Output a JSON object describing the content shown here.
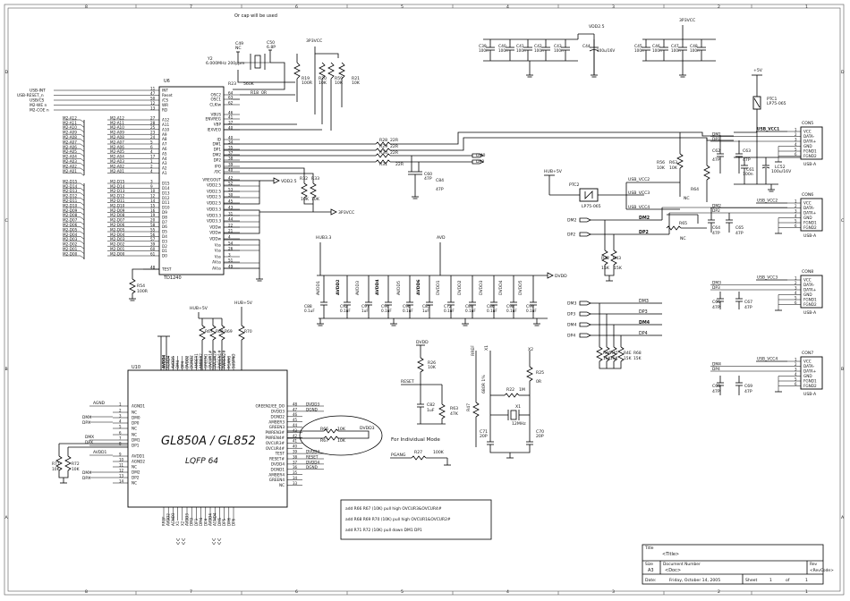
{
  "grid": {
    "cols": [
      "8",
      "7",
      "6",
      "5",
      "4",
      "3",
      "2",
      "1"
    ],
    "rows": [
      "D",
      "C",
      "B",
      "A"
    ]
  },
  "header_note": "Or cap will be used",
  "crystal_top": {
    "ref": "Y2",
    "value": "6.000MHz 200ppm",
    "c49": "C49",
    "c49v": "NC",
    "c50": "C50",
    "c50v": "6.8P",
    "r23": "R23",
    "r23v": "560K",
    "r18": "R18",
    "r18v": "0R"
  },
  "labels_3p3vcc": [
    "3P3VCC",
    "3P3VCC",
    "3P3VCC",
    "3P3VCC"
  ],
  "vdd25": "VDD2.5",
  "pullups": [
    {
      "ref": "R19",
      "val": "100R"
    },
    {
      "ref": "R20",
      "val": "10K"
    },
    {
      "ref": "R59",
      "val": "10K"
    },
    {
      "ref": "R21",
      "val": "10K"
    }
  ],
  "u6": {
    "ref": "U6",
    "part": "TD1240",
    "left_pins": [
      {
        "net": "USB-INT",
        "n": "11",
        "pin": "INT"
      },
      {
        "net": "USB-RESET_n",
        "n": "47",
        "pin": "Reset"
      },
      {
        "net": "USB/CS",
        "n": "50",
        "pin": "/CS"
      },
      {
        "net": "M2-WE n",
        "n": "12",
        "pin": "WR"
      },
      {
        "net": "M2-COE n",
        "n": "13",
        "pin": "RD"
      },
      {
        "net": "M2-A12",
        "n": "27",
        "pin": "A12"
      },
      {
        "net": "M2-A11",
        "n": "28",
        "pin": "A11"
      },
      {
        "net": "M2-A10",
        "n": "25",
        "pin": "A10"
      },
      {
        "net": "M2-A09",
        "n": "23",
        "pin": "A9"
      },
      {
        "net": "M2-A08",
        "n": "24",
        "pin": "A8"
      },
      {
        "net": "M2-A07",
        "n": "5",
        "pin": "A7"
      },
      {
        "net": "M2-A06",
        "n": "6",
        "pin": "A6"
      },
      {
        "net": "M2-A05",
        "n": "4",
        "pin": "A5"
      },
      {
        "net": "M2-A04",
        "n": "17",
        "pin": "A4"
      },
      {
        "net": "M2-A03",
        "n": "1",
        "pin": "A3"
      },
      {
        "net": "M2-A02",
        "n": "2",
        "pin": "A2"
      },
      {
        "net": "M2-A01",
        "n": "4",
        "pin": "A1"
      },
      {
        "net": "M2-D15",
        "n": "3",
        "pin": "D15"
      },
      {
        "net": "M2-D14",
        "n": "9",
        "pin": "D14"
      },
      {
        "net": "M2-D13",
        "n": "10",
        "pin": "D13"
      },
      {
        "net": "M2-D12",
        "n": "12",
        "pin": "D12"
      },
      {
        "net": "M2-D11",
        "n": "14",
        "pin": "D11"
      },
      {
        "net": "M2-D10",
        "n": "15",
        "pin": "D10"
      },
      {
        "net": "M2-D09",
        "n": "16",
        "pin": "D9"
      },
      {
        "net": "M2-D08",
        "n": "19",
        "pin": "D8"
      },
      {
        "net": "M2-D07",
        "n": "20",
        "pin": "D7"
      },
      {
        "net": "M2-D06",
        "n": "58",
        "pin": "D6"
      },
      {
        "net": "M2-D05",
        "n": "55",
        "pin": "D5"
      },
      {
        "net": "M2-D04",
        "n": "56",
        "pin": "D4"
      },
      {
        "net": "M2-D03",
        "n": "57",
        "pin": "D3"
      },
      {
        "net": "M2-D02",
        "n": "39",
        "pin": "D2"
      },
      {
        "net": "M2-D01",
        "n": "60",
        "pin": "D1"
      },
      {
        "net": "M2-D00",
        "n": "61",
        "pin": "D0"
      }
    ],
    "test": {
      "n": "48",
      "pin": "TEST"
    },
    "right_pins": [
      {
        "pin": "OSC2",
        "n": "64"
      },
      {
        "pin": "OSC1",
        "n": "63"
      },
      {
        "pin": "CLKIw",
        "n": "62"
      },
      {
        "pin": "VBUS",
        "n": "46"
      },
      {
        "pin": "ENVREG",
        "n": "41"
      },
      {
        "pin": "VBP",
        "n": "37"
      },
      {
        "pin": "IEXVEO",
        "n": "40"
      },
      {
        "pin": "ID",
        "n": "40"
      },
      {
        "pin": "DM1",
        "n": "34"
      },
      {
        "pin": "DP1",
        "n": "35"
      },
      {
        "pin": "DM2",
        "n": "37"
      },
      {
        "pin": "DP2",
        "n": "38"
      },
      {
        "pin": "IPO",
        "n": "39"
      },
      {
        "pin": "/OC",
        "n": "40"
      },
      {
        "pin": "VREGOUT",
        "n": "42"
      },
      {
        "pin": "VDD2.5",
        "n": "52"
      },
      {
        "pin": "VDD2.5",
        "n": "53"
      },
      {
        "pin": "VDD2.5",
        "n": "30"
      },
      {
        "pin": "VDD2.5",
        "n": "45"
      },
      {
        "pin": "VDD3.3",
        "n": "43"
      },
      {
        "pin": "VDD3.3",
        "n": "31"
      },
      {
        "pin": "VDD3.3",
        "n": "44"
      },
      {
        "pin": "VDDw",
        "n": "22"
      },
      {
        "pin": "VDDw",
        "n": "21"
      },
      {
        "pin": "VDDw",
        "n": "4"
      },
      {
        "pin": "Vss",
        "n": "54"
      },
      {
        "pin": "Vss",
        "n": "26"
      },
      {
        "pin": "Vss",
        "n": "3"
      },
      {
        "pin": "AVss",
        "n": "51"
      },
      {
        "pin": "AVss",
        "n": "49"
      }
    ]
  },
  "r54": {
    "ref": "R54",
    "val": "100R"
  },
  "r32": {
    "ref": "R32",
    "val": "10K"
  },
  "r33": {
    "ref": "R33",
    "val": "10K"
  },
  "usb_series": [
    {
      "ref": "R28",
      "val": "22R"
    },
    {
      "ref": "R29",
      "val": "22R"
    },
    {
      "ref": "R30",
      "val": "22R"
    },
    {
      "ref": "R31",
      "val": "22R"
    }
  ],
  "c60": {
    "ref": "C60",
    "val": "47P"
  },
  "c84": {
    "ref": "C84",
    "val": "47P"
  },
  "dm0": "DM0",
  "dp0": "DP0",
  "cap_bank_top": [
    {
      "ref": "C39",
      "val": "100n"
    },
    {
      "ref": "C40",
      "val": "100n"
    },
    {
      "ref": "C41",
      "val": "100n"
    },
    {
      "ref": "C42",
      "val": "100n"
    },
    {
      "ref": "C43",
      "val": "100n"
    },
    {
      "ref": "C44",
      "val": "100u/16V"
    },
    {
      "ref": "C45",
      "val": "100n"
    },
    {
      "ref": "C46",
      "val": "100n"
    },
    {
      "ref": "C47",
      "val": "100n"
    },
    {
      "ref": "C48",
      "val": "100n"
    }
  ],
  "plus5v": "+5V",
  "ptc1": {
    "ref": "PTC1",
    "val": "LP75-065"
  },
  "ptc2": {
    "ref": "PTC2",
    "val": "LP75-065"
  },
  "hub5v": "HUB+5V",
  "usb_vcc": [
    "USB_VCC1",
    "USB_VCC2",
    "USB_VCC3",
    "USB_VCC4"
  ],
  "r56": {
    "ref": "R56",
    "val": "10K"
  },
  "r63": {
    "ref": "R63",
    "val": "10K"
  },
  "r64": {
    "ref": "R64",
    "val": "NC"
  },
  "r65": {
    "ref": "R65",
    "val": "NC"
  },
  "cap_misc": [
    {
      "ref": "C62",
      "val": "47P"
    },
    {
      "ref": "C63",
      "val": "47P"
    },
    {
      "ref": "C61",
      "val": "100n"
    },
    {
      "ref": "LC52",
      "val": "100u/16V"
    },
    {
      "ref": "C64",
      "val": "47P"
    },
    {
      "ref": "C65",
      "val": "47P"
    },
    {
      "ref": "C66",
      "val": "47P"
    },
    {
      "ref": "C67",
      "val": "47P"
    },
    {
      "ref": "C68",
      "val": "47P"
    },
    {
      "ref": "C69",
      "val": "47P"
    }
  ],
  "connectors": [
    {
      "ref": "CON5",
      "part": "USB-A",
      "vcc": "USB_VCC1",
      "dm": "DM1",
      "dp": "DP1"
    },
    {
      "ref": "CON6",
      "part": "USB-A",
      "vcc": "USB_VCC2",
      "dm": "DM2",
      "dp": "DP2"
    },
    {
      "ref": "CON8",
      "part": "USB-A",
      "vcc": "USB_VCC3",
      "dm": "DM3",
      "dp": "DP3"
    },
    {
      "ref": "CON7",
      "part": "USB-A",
      "vcc": "USB_VCC4",
      "dm": "DM4",
      "dp": "DP4"
    }
  ],
  "conn_pins": [
    "VCC",
    "DATA-",
    "DATA+",
    "GND",
    "FGND1",
    "FGND2"
  ],
  "conn_nums": [
    "1",
    "2",
    "3",
    "4",
    "5",
    "6"
  ],
  "hub_ports": [
    "DM2",
    "DP2",
    "DM3",
    "DP3",
    "DM4",
    "DP4"
  ],
  "r42": {
    "ref": "R42",
    "val": "15K"
  },
  "r43": {
    "ref": "R43",
    "val": "15K"
  },
  "r_port34": [
    {
      "ref": "R46",
      "val": "15K"
    },
    {
      "ref": "R45",
      "val": "15K"
    },
    {
      "ref": "R4E",
      "val": "15K"
    },
    {
      "ref": "R68",
      "val": "15K"
    }
  ],
  "hub33": "HUB3.3",
  "avd": "AVD",
  "dvdd": "DVDD",
  "vdd_rail": [
    "AVDD1",
    "AVDD2",
    "AVDD3",
    "AVDD4",
    "AVDD5",
    "AVDD6",
    "DVDD1",
    "DVDD2",
    "DVDD3",
    "DVDD4",
    "DVDD5"
  ],
  "cap_bank_mid": [
    {
      "ref": "C88",
      "val": "0.1uF"
    },
    {
      "ref": "C92",
      "val": "0.1uF"
    },
    {
      "ref": "C97",
      "val": "1uF"
    },
    {
      "ref": "C94",
      "val": "0.1uF"
    },
    {
      "ref": "C96",
      "val": "0.1uF"
    },
    {
      "ref": "C85",
      "val": "1uF"
    },
    {
      "ref": "C72",
      "val": "0.1uF"
    },
    {
      "ref": "C89",
      "val": "0.1uF"
    },
    {
      "ref": "C86",
      "val": "0.1uF"
    },
    {
      "ref": "C98",
      "val": "0.1uF"
    },
    {
      "ref": "C99",
      "val": "0.1uF"
    }
  ],
  "u10": {
    "ref": "U10",
    "title1": "GL850A / GL852",
    "title2": "LQFP 64",
    "left_nets": [
      "AGND",
      "DMX",
      "DPX",
      "",
      "DMX",
      "DPX",
      "AVDD1",
      "",
      "DMX",
      "DPX"
    ],
    "left_pins": [
      "AGND1",
      "NC",
      "DM0",
      "DP0",
      "NC",
      "NC",
      "DM1",
      "DP1",
      "AVDD1",
      "AGND2",
      "NC",
      "DM2",
      "DP2",
      "NC"
    ],
    "left_nums": [
      "1",
      "2",
      "3",
      "4",
      "5",
      "6",
      "7",
      "8",
      "9",
      "10",
      "11",
      "12",
      "13",
      "14"
    ],
    "right_pins": [
      "GREEN2/EE_DO",
      "DVDD3",
      "DGND2",
      "AMBER3",
      "GREEN3",
      "PWREN3#",
      "PWREN4#",
      "OVCUR3#",
      "OVCUR4#",
      "TEST",
      "RESET#",
      "DVDD4",
      "DGND1",
      "AMBER4",
      "GREEN4",
      "NC"
    ],
    "right_nets": [
      "DVDD3",
      "DGND",
      "",
      "",
      "",
      "",
      "",
      "",
      "",
      "DVDD4",
      "RESET",
      "DVDD4",
      "DGND",
      "",
      "",
      ""
    ],
    "right_nums": [
      "48",
      "47",
      "46",
      "45",
      "44",
      "43",
      "42",
      "41",
      "40",
      "39",
      "38",
      "37",
      "36",
      "35",
      "34",
      "33"
    ],
    "top_pins": [
      "AVDD4",
      "AGND4",
      "AVDD5",
      "DM4",
      "DP4",
      "DVDD2",
      "DGND2",
      "AMBER1",
      "AMBER2",
      "GREEN1",
      "OVCUR1#",
      "OVCUR2#",
      "PWREN1#",
      "PWREN2#",
      "PGANG",
      "SUSPND"
    ],
    "bottom_pins": [
      "RREF",
      "AVDD2",
      "AGND3",
      "X1",
      "X2",
      "AVDD3",
      "DM3",
      "DP3",
      "DM4",
      "DP4",
      "AVDD4",
      "AGND4",
      "DM5",
      "DP5",
      "DM6",
      "DP6"
    ]
  },
  "hub5v_labels": [
    "HUB+5V",
    "HUB+5V"
  ],
  "r_oc": [
    {
      "ref": "R67",
      "val": "10K"
    },
    {
      "ref": "R68",
      "val": "10K"
    },
    {
      "ref": "R69",
      "val": "10K"
    },
    {
      "ref": "R70",
      "val": "10K"
    }
  ],
  "r_left": [
    {
      "ref": "R71",
      "val": "10K"
    },
    {
      "ref": "R72",
      "val": "10K"
    }
  ],
  "circled": {
    "r66": "R66",
    "r66v": "10K",
    "r67": "R67",
    "r67v": "10K",
    "net": "DVDD3"
  },
  "individual_note": "For Individual Mode",
  "pgang": "PGANG",
  "r27": {
    "ref": "R27",
    "val": "100K"
  },
  "reset_block": {
    "dvdd": "DVDD",
    "r26": "R26",
    "r26v": "10K",
    "net": "RESET",
    "c82": "C82",
    "c82v": "1uF",
    "r63": "R63",
    "r63v": "47K"
  },
  "rref": {
    "ref": "R47",
    "val": "680R 1%",
    "net": "RREF"
  },
  "osc": {
    "x1": "X1",
    "x2": "X2",
    "r25": "R25",
    "r25v": "0R",
    "r22": "R22",
    "r22v": "1M",
    "xtal": "X1",
    "xtalv": "12MHz",
    "c71": "C71",
    "c71v": "20P",
    "c70": "C70",
    "c70v": "20P"
  },
  "notes": [
    "add R66 R67 (10K) pull high OVCUR3&OVCUR4#",
    "add R68 R69 R70 (10K) pull high OVCUR1&OVCUR2#",
    "add R71 R72 (10K) pull down DM1 DP1"
  ],
  "title_block": {
    "title_label": "Title",
    "title_value": "<Title>",
    "size_label": "Size",
    "size_value": "A3",
    "doc_label": "Document Number",
    "doc_value": "<Doc>",
    "rev_label": "Rev",
    "rev_value": "<RevCode>",
    "date_label": "Date:",
    "date_value": "Friday, October 14, 2005",
    "sheet_label": "Sheet",
    "sheet_value": "1",
    "of_label": "of",
    "of_value": "1"
  }
}
